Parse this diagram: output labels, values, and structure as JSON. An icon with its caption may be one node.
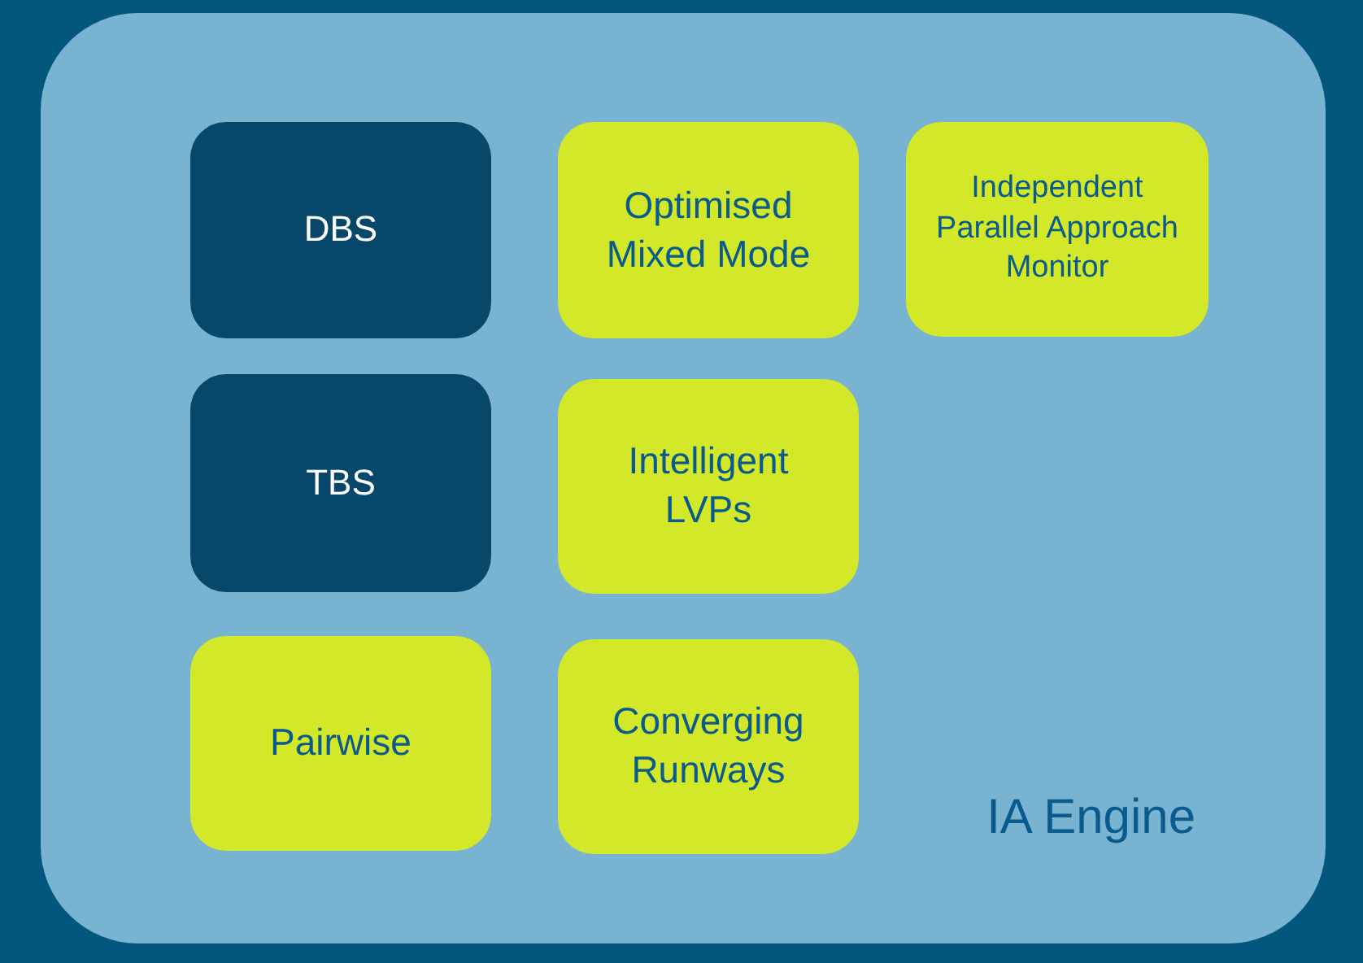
{
  "diagram": {
    "nodes": [
      {
        "text": [
          "IA Engine"
        ]
      },
      {
        "text": [
          "DBS"
        ],
        "in": 0
      },
      {
        "text": [
          "Optimised Mixed Mode"
        ],
        "in": 0
      },
      {
        "text": [
          "Independent Parallel Approach Monitor"
        ],
        "in": 0
      },
      {
        "text": [
          "TBS"
        ],
        "in": 0
      },
      {
        "text": [
          "Intelligent LVPs"
        ],
        "in": 0
      },
      {
        "text": [
          "Pairwise"
        ],
        "in": 0
      },
      {
        "text": [
          "Converging Runways"
        ],
        "in": 0
      }
    ]
  }
}
